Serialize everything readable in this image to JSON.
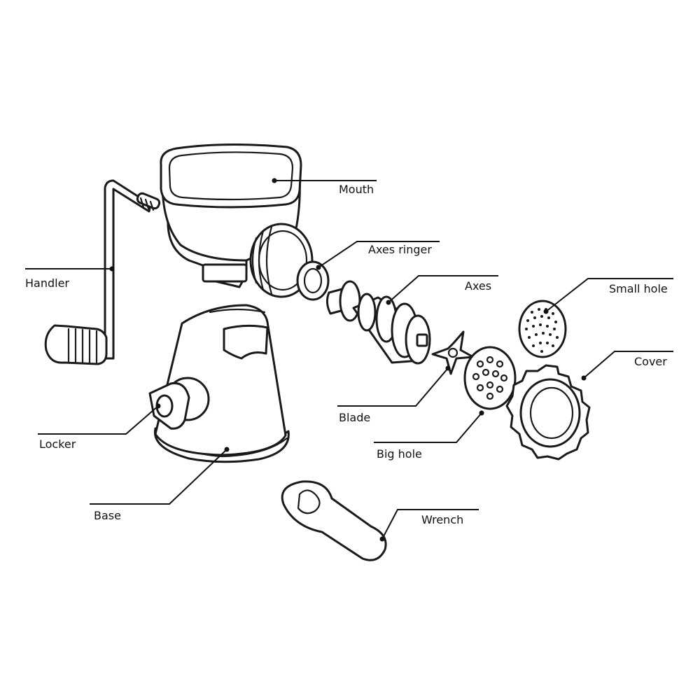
{
  "labels": {
    "mouth": "Mouth",
    "axes_ringer": "Axes ringer",
    "axes": "Axes",
    "small_hole": "Small hole",
    "handler": "Handler",
    "cover": "Cover",
    "blade": "Blade",
    "locker": "Locker",
    "big_hole": "Big hole",
    "base": "Base",
    "wrench": "Wrench"
  },
  "colors": {
    "ink": "#111111",
    "paper": "#ffffff"
  }
}
